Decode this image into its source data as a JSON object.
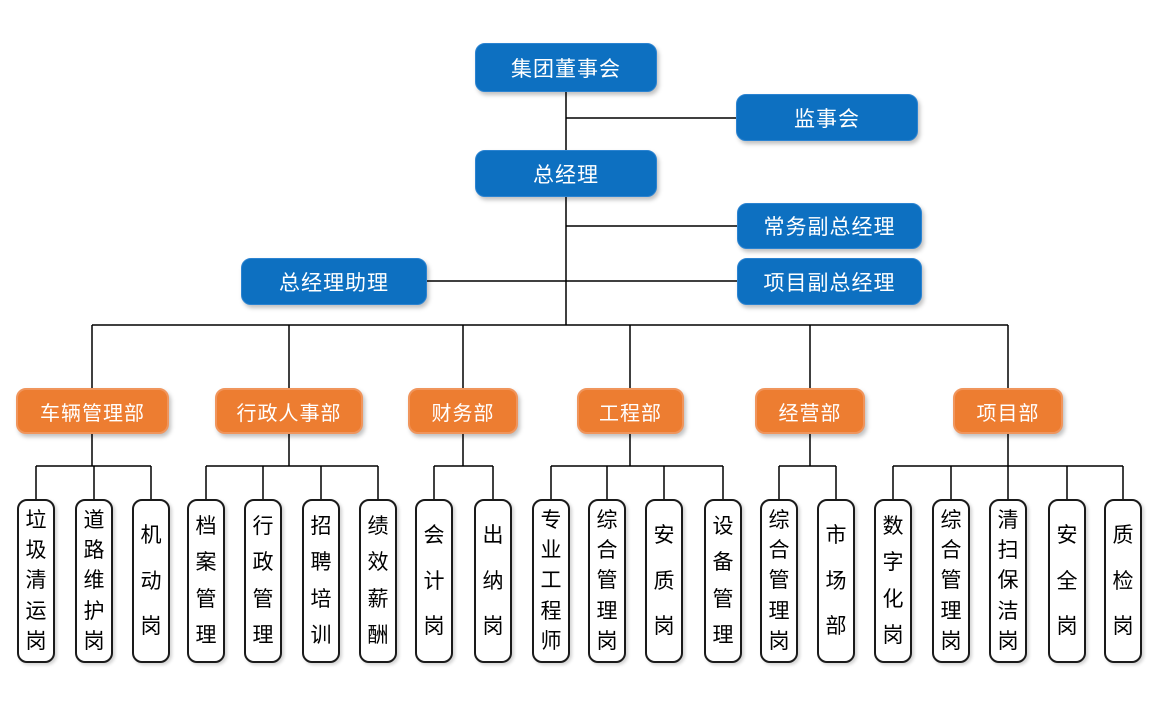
{
  "palette": {
    "executive_fill": "#0d70c1",
    "executive_border": "#2b83d1",
    "department_fill": "#ed7d31",
    "department_border": "#f0955c",
    "position_fill": "#ffffff",
    "position_border": "#1a1a1a",
    "position_text": "#000000",
    "box_text": "#ffffff",
    "line_color": "#000000"
  },
  "nodes": {
    "board": {
      "label": "集团董事会"
    },
    "supervisory": {
      "label": "监事会"
    },
    "general_manager": {
      "label": "总经理"
    },
    "executive_deputy_gm": {
      "label": "常务副总经理"
    },
    "gm_assistant": {
      "label": "总经理助理"
    },
    "project_deputy_gm": {
      "label": "项目副总经理"
    }
  },
  "departments": [
    {
      "label": "车辆管理部",
      "positions": [
        "垃圾清运岗",
        "道路维护岗",
        "机动岗"
      ]
    },
    {
      "label": "行政人事部",
      "positions": [
        "档案管理",
        "行政管理",
        "招聘培训",
        "绩效薪酬"
      ]
    },
    {
      "label": "财务部",
      "positions": [
        "会计岗",
        "出纳岗"
      ]
    },
    {
      "label": "工程部",
      "positions": [
        "专业工程师",
        "综合管理岗",
        "安质岗",
        "设备管理"
      ]
    },
    {
      "label": "经营部",
      "positions": [
        "综合管理岗",
        "市场部"
      ]
    },
    {
      "label": "项目部",
      "positions": [
        "数字化岗",
        "综合管理岗",
        "清扫保洁岗",
        "安全岗",
        "质检岗"
      ]
    }
  ]
}
